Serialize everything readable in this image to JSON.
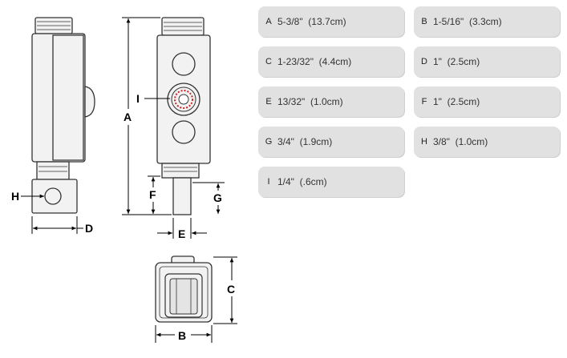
{
  "labels": {
    "a": "A",
    "b": "B",
    "c": "C",
    "d": "D",
    "e": "E",
    "f": "F",
    "g": "G",
    "h": "H",
    "i": "I"
  },
  "specs": [
    {
      "letter": "A",
      "value": "5-3/8\"  (13.7cm)"
    },
    {
      "letter": "B",
      "value": "1-5/16\"  (3.3cm)"
    },
    {
      "letter": "C",
      "value": "1-23/32\"  (4.4cm)"
    },
    {
      "letter": "D",
      "value": "1\"  (2.5cm)"
    },
    {
      "letter": "E",
      "value": "13/32\"  (1.0cm)"
    },
    {
      "letter": "F",
      "value": "1\"  (2.5cm)"
    },
    {
      "letter": "G",
      "value": "3/4\"  (1.9cm)"
    },
    {
      "letter": "H",
      "value": "3/8\"  (1.0cm)"
    },
    {
      "letter": "I",
      "value": "1/4\"  (.6cm)"
    }
  ],
  "colors": {
    "body_fill": "#f2f2f2",
    "line": "#333333",
    "card_bg": "#e1e1e1",
    "port_accent": "#cc2222"
  }
}
